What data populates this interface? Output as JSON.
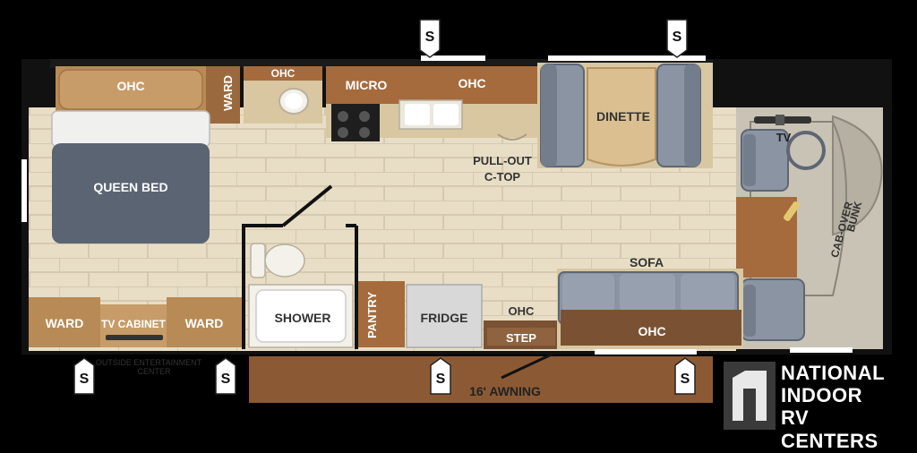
{
  "labels": {
    "ohc_bedroom": "OHC",
    "ward_top": "WARD",
    "ohc_bath": "OHC",
    "micro": "MICRO",
    "ohc_galley": "OHC",
    "dinette": "DINETTE",
    "tv_cab": "TV",
    "pullout_line1": "PULL-OUT",
    "pullout_line2": "C-TOP",
    "queen_bed": "QUEEN BED",
    "cab_over_line1": "CAB-OVER",
    "cab_over_line2": "BUNK",
    "sofa": "SOFA",
    "ward_left": "WARD",
    "tv_cabinet": "TV CABINET",
    "ward_right": "WARD",
    "shower": "SHOWER",
    "pantry": "PANTRY",
    "fridge": "FRIDGE",
    "ohc_step": "OHC",
    "step": "STEP",
    "ohc_sofa": "OHC",
    "outside_ent_line1": "OUTSIDE ENTERTAINMENT",
    "outside_ent_line2": "CENTER",
    "awning": "16' AWNING"
  },
  "slide_marker": "S",
  "logo": {
    "line1": "NATIONAL",
    "line2": "INDOOR",
    "line3": "RV CENTERS"
  },
  "colors": {
    "background": "#000000",
    "floor": "#e6dcc3",
    "cabinet": "#b88a55",
    "cabinet_dark": "#7a5233",
    "upholstery": "#8a94a3",
    "bed": "#5b6473",
    "cab_floor": "#c9c3b5"
  }
}
